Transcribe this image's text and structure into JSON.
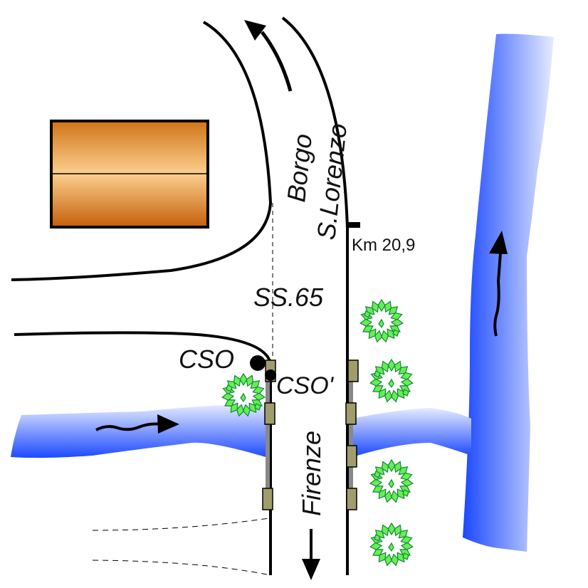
{
  "labels": {
    "borgo": "Borgo",
    "lorenzo": "S.Lorenzo",
    "km": "Km 20,9",
    "road": "SS.65",
    "cso": "CSO",
    "cso_prime": "CSO'",
    "firenze": "Firenze"
  },
  "colors": {
    "river_dark": "#1a47ff",
    "river_light": "#e6ecff",
    "building_dark": "#c8650f",
    "building_light": "#fccf8e",
    "tree_fill": "#66ee55",
    "tree_stroke": "#118833",
    "bridge_post": "#a09c6c",
    "bridge_rail": "#888888",
    "line": "#000000"
  },
  "trees": {
    "count_left": 1,
    "count_right": 4
  },
  "arrows": [
    "north-to-borgo",
    "south-to-firenze",
    "creek-flow-east",
    "river-flow-north"
  ]
}
